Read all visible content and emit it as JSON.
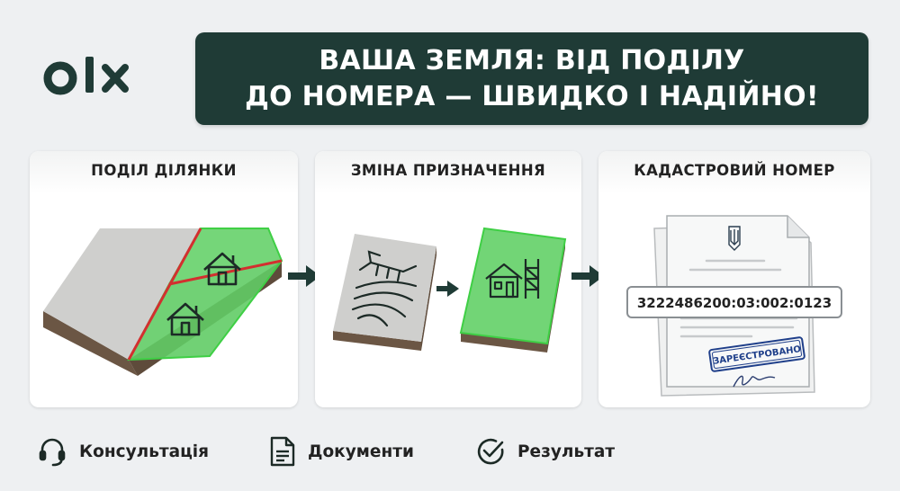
{
  "brand": {
    "logo_text": "OLX"
  },
  "banner": {
    "line1": "ВАША ЗЕМЛЯ: ВІД ПОДІЛУ",
    "line2": "ДО НОМЕРА — ШВИДКО І НАДІЙНО!"
  },
  "cards": [
    {
      "title": "ПОДІЛ ДІЛЯНКИ"
    },
    {
      "title": "ЗМІНА ПРИЗНАЧЕННЯ"
    },
    {
      "title": "КАДАСТРОВИЙ НОМЕР"
    }
  ],
  "document": {
    "cadastral_number": "3222486200:03:002:0123",
    "stamp": "ЗАРЕЄСТРОВАНО"
  },
  "footer": [
    {
      "label": "Консультація",
      "icon": "headset-icon"
    },
    {
      "label": "Документи",
      "icon": "document-icon"
    },
    {
      "label": "Результат",
      "icon": "check-circle-icon"
    }
  ],
  "colors": {
    "banner_bg": "#1f3b36",
    "accent_green": "#5cd65c",
    "divider_red": "#d32f2f",
    "arrow": "#1f3b36"
  }
}
